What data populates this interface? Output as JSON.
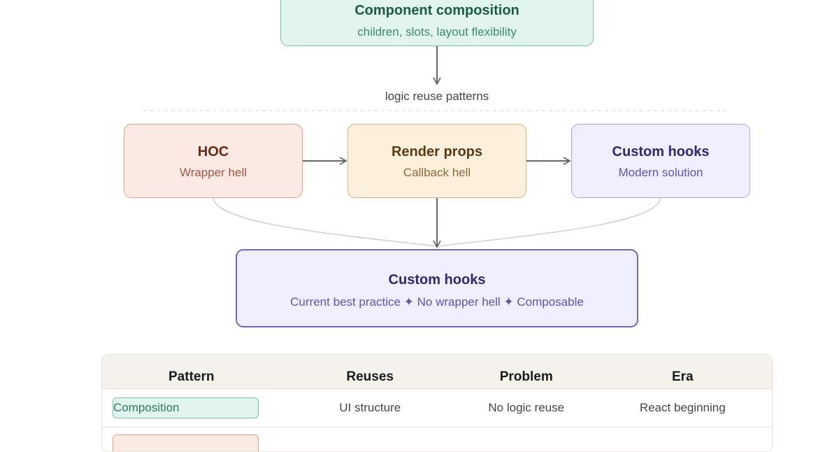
{
  "nodes": {
    "composition": {
      "title": "Component composition",
      "subtitle": "children, slots, layout flexibility",
      "color": "#e2f4ee"
    },
    "hoc": {
      "title": "HOC",
      "subtitle": "Wrapper hell",
      "color": "#fbe9e4"
    },
    "render_props": {
      "title": "Render props",
      "subtitle": "Callback hell",
      "color": "#fcefdc"
    },
    "custom_hooks": {
      "title": "Custom hooks",
      "subtitle": "Modern solution",
      "color": "#efeefe"
    },
    "final": {
      "title": "Custom hooks",
      "subtitle": "Current best practice ✦ No wrapper hell ✦ Composable",
      "color": "#efeefe"
    }
  },
  "edges": [
    {
      "from": "composition",
      "to": "logic reuse patterns",
      "label": "logic reuse patterns"
    },
    {
      "from": "hoc",
      "to": "render_props"
    },
    {
      "from": "render_props",
      "to": "custom_hooks"
    },
    {
      "from": "render_props",
      "to": "final"
    },
    {
      "from": "hoc",
      "to": "final",
      "style": "curve"
    },
    {
      "from": "custom_hooks",
      "to": "final",
      "style": "curve"
    }
  ],
  "table": {
    "headers": [
      "Pattern",
      "Reuses",
      "Problem",
      "Era"
    ],
    "rows": [
      {
        "pattern": "Composition",
        "reuses": "UI structure",
        "problem": "No logic reuse",
        "era": "React beginning",
        "badge_color": "green"
      },
      {
        "pattern": "",
        "reuses": "",
        "problem": "",
        "era": "",
        "badge_color": "pink"
      }
    ]
  }
}
